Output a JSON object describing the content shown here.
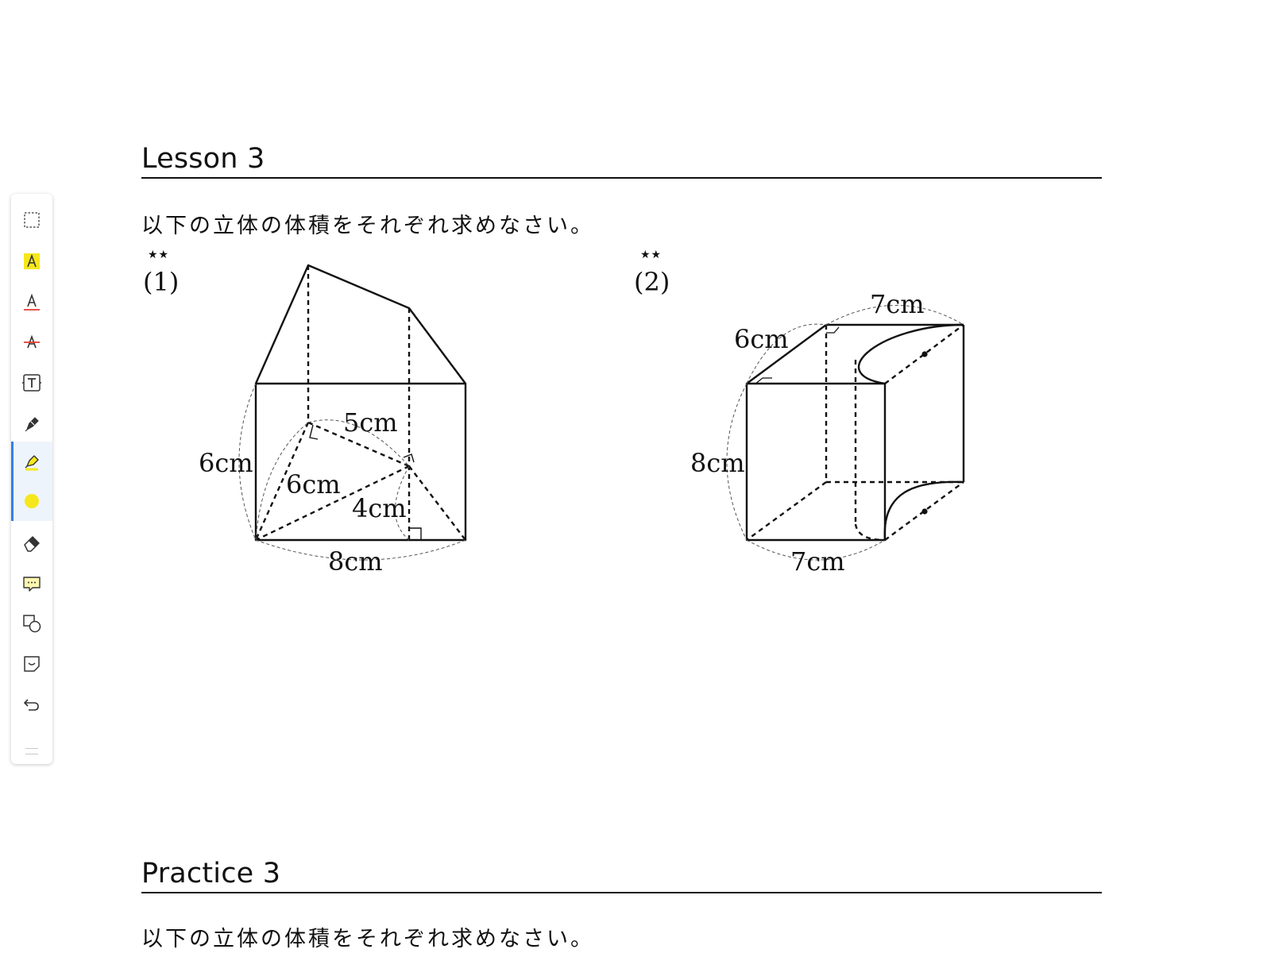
{
  "toolbar": {
    "tools": [
      {
        "name": "lasso-select-icon"
      },
      {
        "name": "text-highlight-icon"
      },
      {
        "name": "text-underline-icon"
      },
      {
        "name": "text-strikethrough-icon"
      },
      {
        "name": "text-box-icon"
      },
      {
        "name": "pen-icon"
      },
      {
        "name": "highlighter-icon",
        "active": true
      },
      {
        "name": "color-swatch-icon",
        "color": "#f5e71c"
      },
      {
        "name": "eraser-icon"
      },
      {
        "name": "comment-icon"
      },
      {
        "name": "shapes-icon"
      },
      {
        "name": "sticker-icon"
      },
      {
        "name": "undo-icon"
      }
    ],
    "accent": "#2f80ed"
  },
  "lesson": {
    "title": "Lesson 3",
    "instruction": "以下の立体の体積をそれぞれ求めなさい。",
    "problems": [
      {
        "stars": "★★",
        "number": "(1)",
        "labels": {
          "top_edge": "5cm",
          "left_height": "6cm",
          "diag": "6cm",
          "inner": "4cm",
          "bottom": "8cm"
        }
      },
      {
        "stars": "★★",
        "number": "(2)",
        "labels": {
          "top_width": "7cm",
          "depth": "6cm",
          "height": "8cm",
          "bottom_width": "7cm"
        }
      }
    ]
  },
  "practice": {
    "title": "Practice 3",
    "instruction": "以下の立体の体積をそれぞれ求めなさい。"
  },
  "colors": {
    "highlight": "#f5e71c",
    "ink": "#111111",
    "red": "#e53935"
  }
}
